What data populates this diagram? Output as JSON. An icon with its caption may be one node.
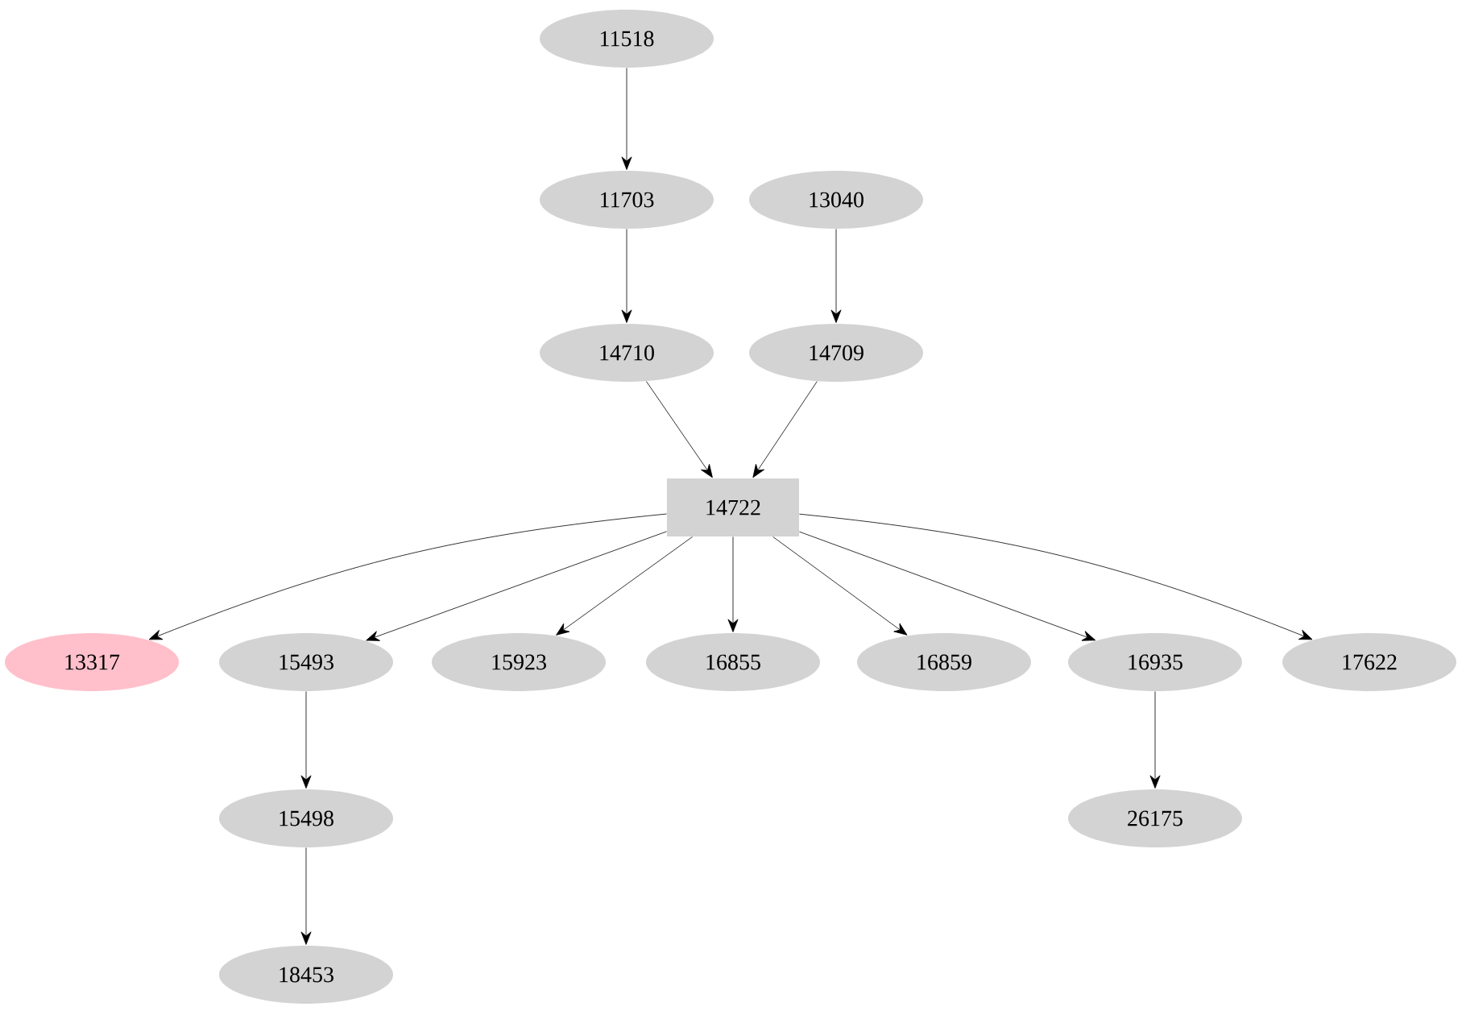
{
  "diagram": {
    "nodes": [
      {
        "text": [
          "11518"
        ]
      },
      {
        "text": [
          "11703"
        ]
      },
      {
        "text": [
          "13040"
        ]
      },
      {
        "text": [
          "14710"
        ]
      },
      {
        "text": [
          "14709"
        ]
      },
      {
        "text": [
          "14722"
        ]
      },
      {
        "text": [
          "13317"
        ]
      },
      {
        "text": [
          "15493"
        ]
      },
      {
        "text": [
          "15923"
        ]
      },
      {
        "text": [
          "16855"
        ]
      },
      {
        "text": [
          "16859"
        ]
      },
      {
        "text": [
          "16935"
        ]
      },
      {
        "text": [
          "17622"
        ]
      },
      {
        "text": [
          "15498"
        ]
      },
      {
        "text": [
          "26175"
        ]
      },
      {
        "text": [
          "18453"
        ]
      }
    ],
    "edges": [
      {
        "from": 0,
        "to": 1,
        "arrow": "to"
      },
      {
        "from": 1,
        "to": 3,
        "arrow": "to"
      },
      {
        "from": 2,
        "to": 4,
        "arrow": "to"
      },
      {
        "from": 3,
        "to": 5,
        "arrow": "to"
      },
      {
        "from": 4,
        "to": 5,
        "arrow": "to"
      },
      {
        "from": 5,
        "to": 6,
        "arrow": "to"
      },
      {
        "from": 5,
        "to": 7,
        "arrow": "to"
      },
      {
        "from": 5,
        "to": 8,
        "arrow": "to"
      },
      {
        "from": 5,
        "to": 9,
        "arrow": "to"
      },
      {
        "from": 5,
        "to": 10,
        "arrow": "to"
      },
      {
        "from": 5,
        "to": 11,
        "arrow": "to"
      },
      {
        "from": 5,
        "to": 12,
        "arrow": "to"
      },
      {
        "from": 7,
        "to": 13,
        "arrow": "to"
      },
      {
        "from": 13,
        "to": 15,
        "arrow": "to"
      },
      {
        "from": 11,
        "to": 14,
        "arrow": "to"
      }
    ]
  }
}
